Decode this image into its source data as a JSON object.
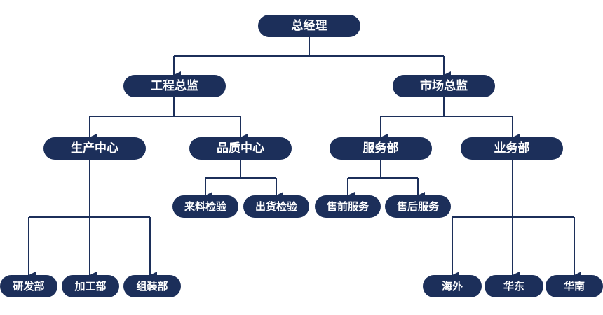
{
  "org_chart": {
    "line_color": "#1c2f5a",
    "node_color": "#1c2f5a",
    "text_color": "#ffffff",
    "root": {
      "label": "总经理",
      "children": [
        {
          "label": "工程总监",
          "children": [
            {
              "label": "生产中心",
              "children": [
                {
                  "label": "研发部"
                },
                {
                  "label": "加工部"
                },
                {
                  "label": "组装部"
                }
              ]
            },
            {
              "label": "品质中心",
              "children": [
                {
                  "label": "来料检验"
                },
                {
                  "label": "出货检验"
                }
              ]
            }
          ]
        },
        {
          "label": "市场总监",
          "children": [
            {
              "label": "服务部",
              "children": [
                {
                  "label": "售前服务"
                },
                {
                  "label": "售后服务"
                }
              ]
            },
            {
              "label": "业务部",
              "children": [
                {
                  "label": "海外"
                },
                {
                  "label": "华东"
                },
                {
                  "label": "华南"
                }
              ]
            }
          ]
        }
      ]
    }
  }
}
